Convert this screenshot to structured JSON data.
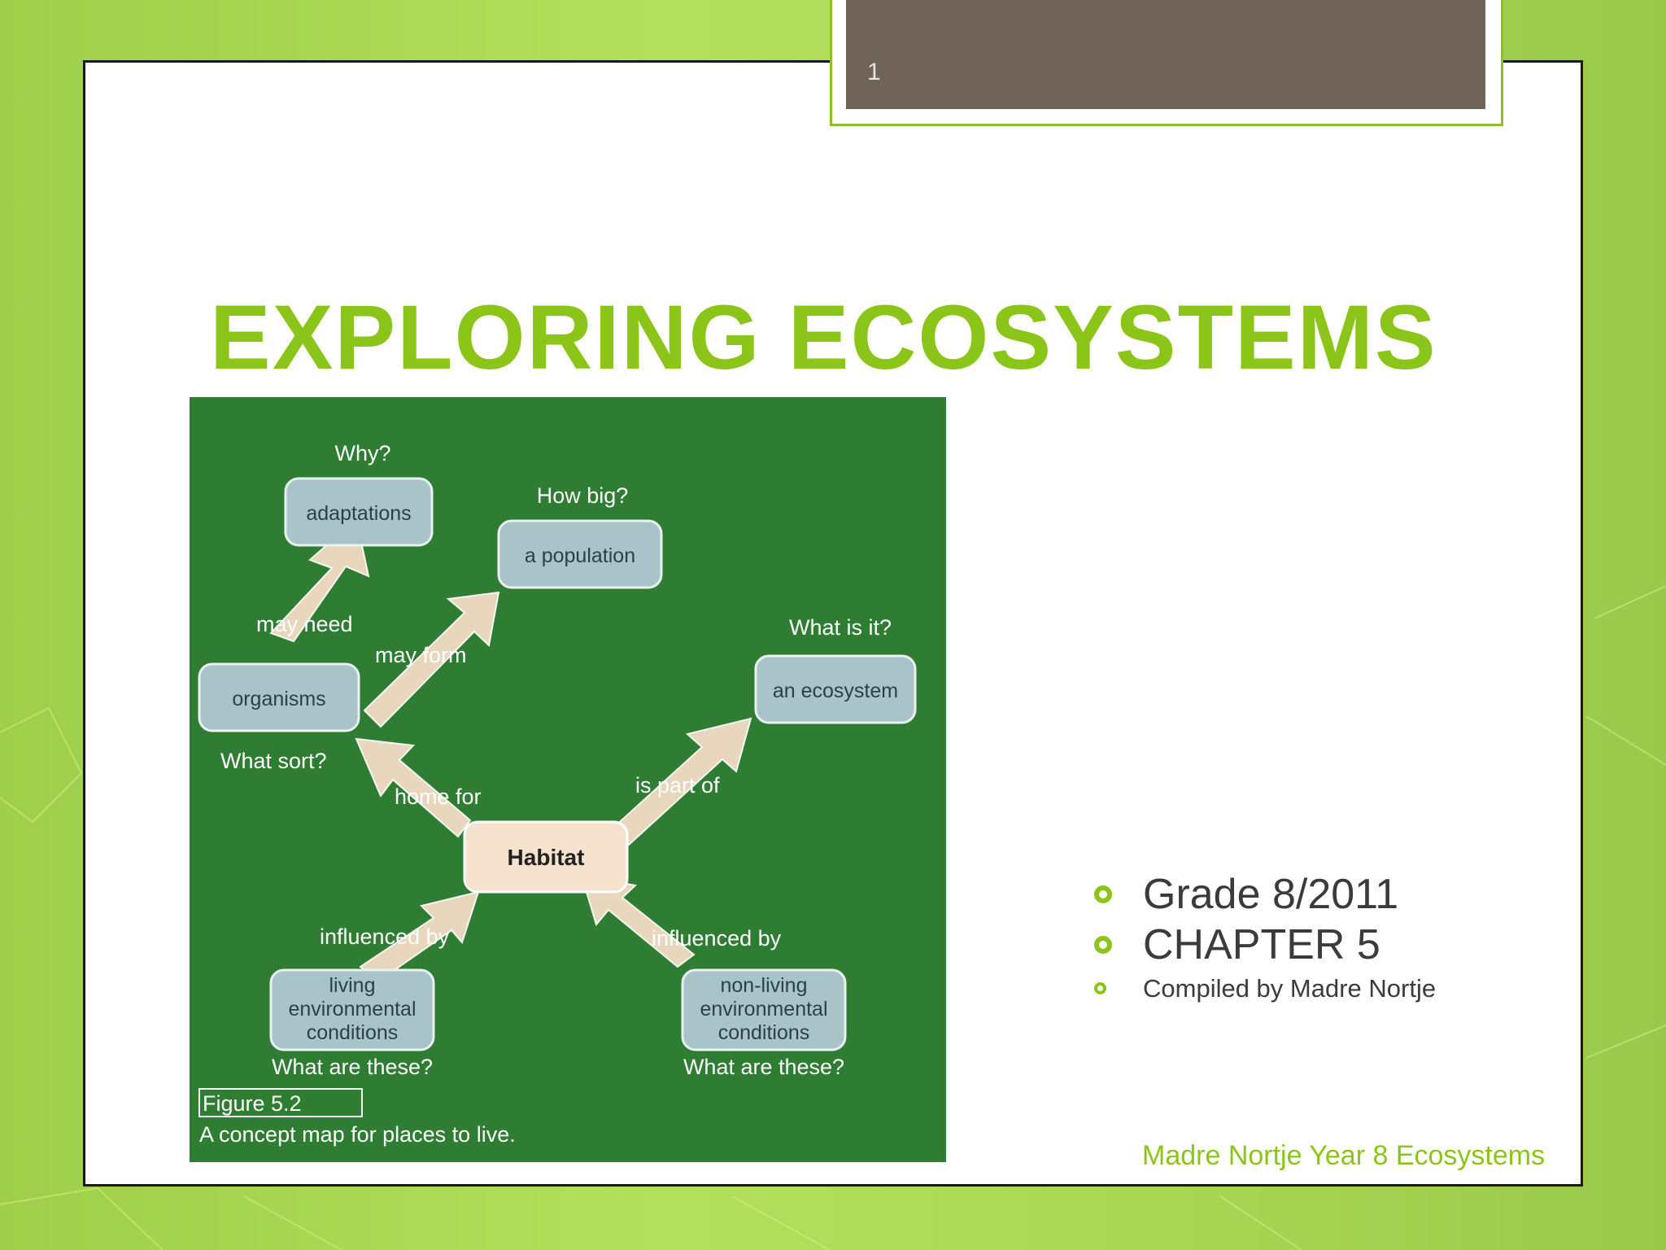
{
  "slide": {
    "number": "1",
    "title": "EXPLORING ECOSYSTEMS",
    "footer": "Madre Nortje Year 8 Ecosystems",
    "accent_color": "#8cc51a",
    "tab_color": "#706459"
  },
  "bullets": [
    {
      "text": "Grade 8/2011",
      "icon": "circle-bullet-icon"
    },
    {
      "text": "CHAPTER 5",
      "icon": "circle-bullet-icon"
    },
    {
      "text": "Compiled by Madre Nortje",
      "icon": "circle-bullet-icon"
    }
  ],
  "concept_map": {
    "nodes": {
      "adaptations": "adaptations",
      "population": "a population",
      "organisms": "organisms",
      "ecosystem": "an ecosystem",
      "habitat": "Habitat",
      "living_1": "living",
      "living_2": "environmental",
      "living_3": "conditions",
      "nonliving_1": "non-living",
      "nonliving_2": "environmental",
      "nonliving_3": "conditions"
    },
    "questions": {
      "why": "Why?",
      "how_big": "How big?",
      "what_is_it": "What is it?",
      "what_sort": "What sort?",
      "what_are_these_1": "What are these?",
      "what_are_these_2": "What are these?"
    },
    "links": {
      "may_need": "may need",
      "may_form": "may form",
      "home_for": "home for",
      "is_part_of": "is part of",
      "influenced_by_1": "influenced by",
      "influenced_by_2": "influenced by"
    },
    "caption_label": "Figure 5.2",
    "caption_text": "A concept map for places to live."
  }
}
